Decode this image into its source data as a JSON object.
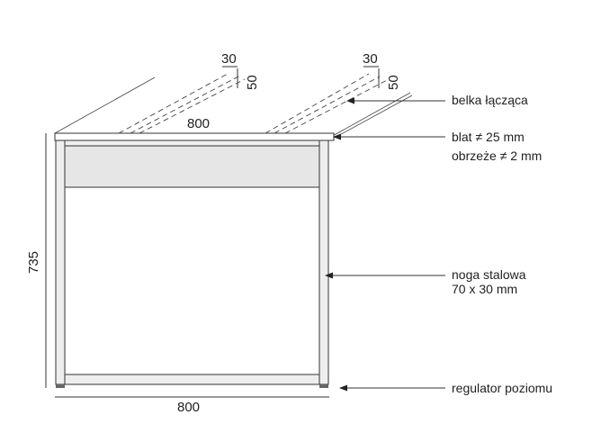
{
  "dimensions": {
    "top_width": "800",
    "bottom_width": "800",
    "height": "735",
    "beam_left_top": "30",
    "beam_left_side": "50",
    "beam_right_top": "30",
    "beam_right_side": "50"
  },
  "labels": {
    "beam": "belka łącząca",
    "top_thickness": "blat ≠ 25 mm",
    "edge_thickness": "obrzeże ≠ 2 mm",
    "leg_line1": "noga stalowa",
    "leg_line2": "70 x 30 mm",
    "leveler": "regulator poziomu"
  },
  "colors": {
    "panel_fill": "#e6e6e6",
    "frame_fill": "#eeeeee",
    "line": "#333333"
  }
}
